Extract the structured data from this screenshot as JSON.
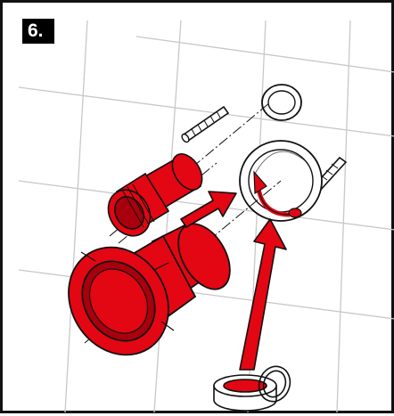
{
  "step": {
    "label": "6."
  },
  "figure": {
    "subject": "installation-step-illustration",
    "colors": {
      "part_fill": "#e30613",
      "part_shadow": "#a8000c",
      "arrow": "#e30613",
      "tile_lines": "#c8c8c8",
      "outline": "#111111",
      "background": "#ffffff"
    },
    "icons": [
      "wall-tile-grid",
      "wall-anchor-bolt",
      "rosette-ring",
      "threaded-sleeve",
      "flange-connector",
      "insertion-arrow",
      "rotate-arrow",
      "sealing-tape-roll",
      "o-ring"
    ]
  }
}
